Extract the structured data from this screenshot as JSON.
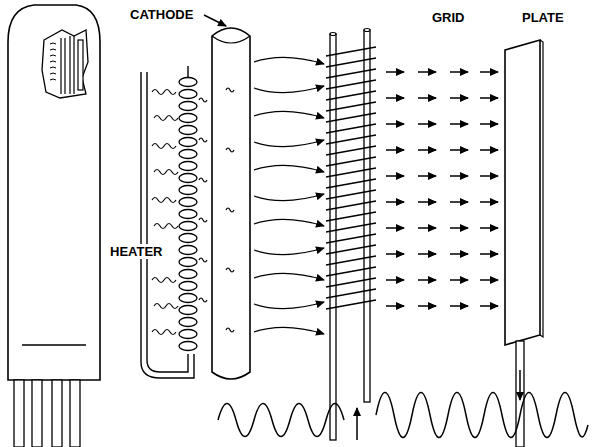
{
  "diagram": {
    "labels": [
      "CATHODE",
      "GRID",
      "PLATE",
      "HEATER"
    ]
  }
}
